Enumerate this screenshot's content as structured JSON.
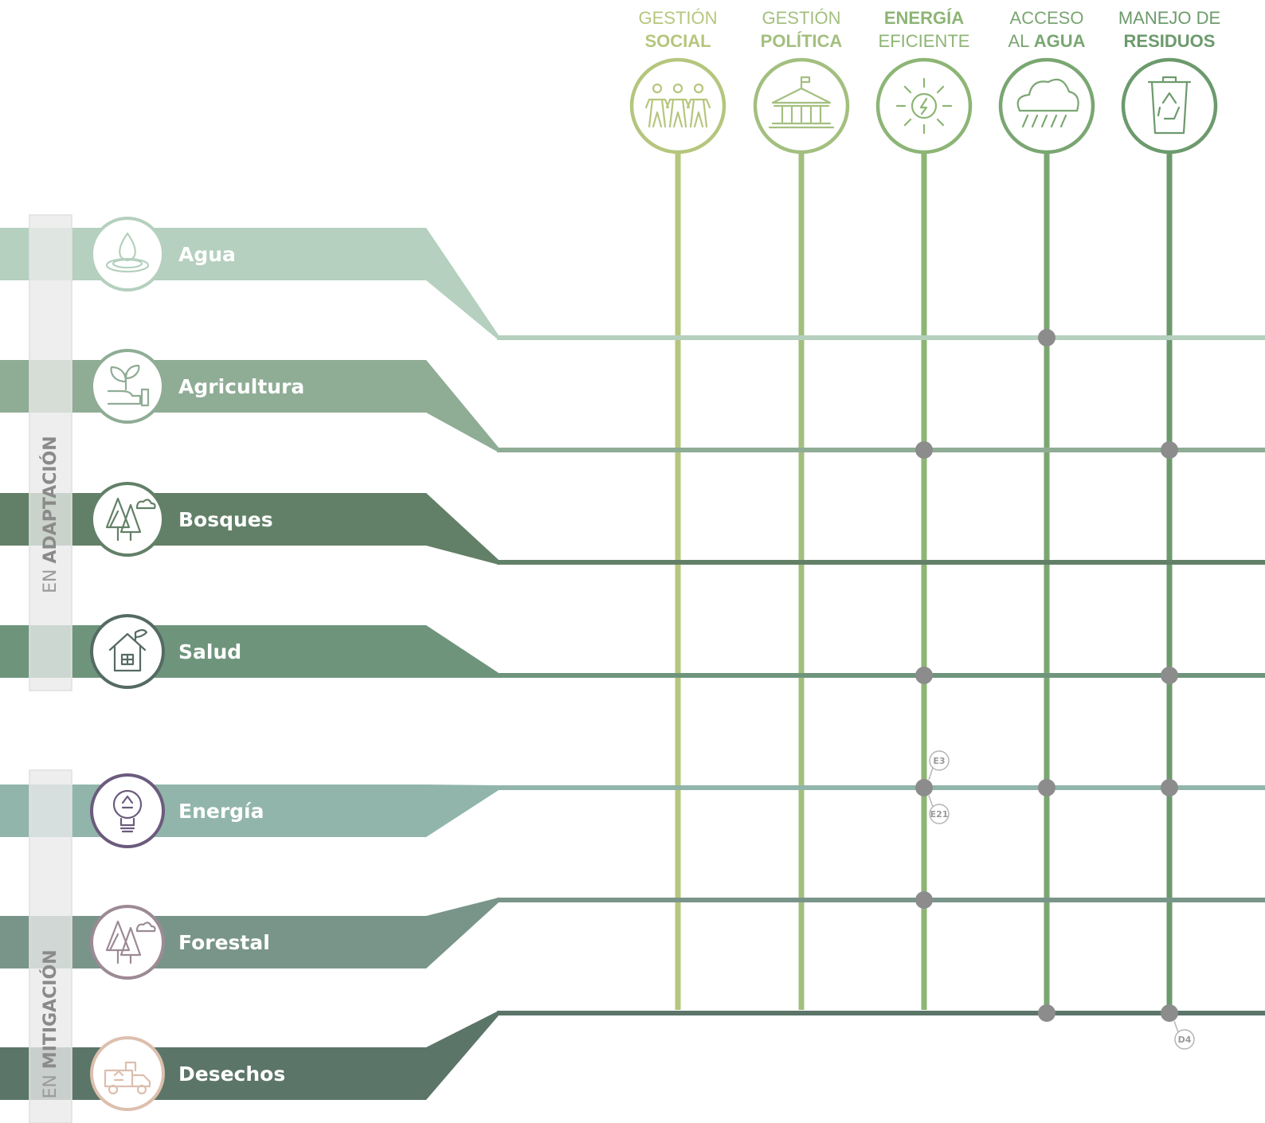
{
  "groups": [
    {
      "light": "EN ",
      "bold": "ADAPTACIÓN"
    },
    {
      "light": "EN ",
      "bold": "MITIGACIÓN"
    }
  ],
  "columns": [
    {
      "line1": "GESTIÓN",
      "line1_bold": false,
      "line2_prefix": "",
      "line2": "SOCIAL",
      "line2_bold": true,
      "color": "#b5c67d",
      "icon": "people-group-icon"
    },
    {
      "line1": "GESTIÓN",
      "line1_bold": false,
      "line2_prefix": "",
      "line2": "POLÍTICA",
      "line2_bold": true,
      "color": "#a3bf7f",
      "icon": "government-building-icon"
    },
    {
      "line1": "ENERGÍA",
      "line1_bold": true,
      "line2_prefix": "",
      "line2": "EFICIENTE",
      "line2_bold": false,
      "color": "#8db575",
      "icon": "sun-energy-icon"
    },
    {
      "line1": "ACCESO",
      "line1_bold": false,
      "line2_prefix": "AL ",
      "line2": "AGUA",
      "line2_bold": true,
      "color": "#7aa672",
      "icon": "rain-cloud-icon"
    },
    {
      "line1": "MANEJO DE",
      "line1_bold": false,
      "line2_prefix": "",
      "line2": "RESIDUOS",
      "line2_bold": true,
      "color": "#6c9a6c",
      "icon": "recycle-bin-icon"
    }
  ],
  "rows": [
    {
      "label": "Agua",
      "group": "adaptacion",
      "band_color": "#b5d0be",
      "line_color": "#b5d0be",
      "circle_color": "#b5d0be",
      "icon": "water-drop-icon"
    },
    {
      "label": "Agricultura",
      "group": "adaptacion",
      "band_color": "#8fac95",
      "line_color": "#8fac95",
      "circle_color": "#8fac95",
      "icon": "plant-hand-icon"
    },
    {
      "label": "Bosques",
      "group": "adaptacion",
      "band_color": "#628067",
      "line_color": "#628067",
      "circle_color": "#628067",
      "icon": "forest-icon"
    },
    {
      "label": "Salud",
      "group": "adaptacion",
      "band_color": "#6e957c",
      "line_color": "#6e957c",
      "circle_color": "#556b62",
      "icon": "house-health-icon"
    },
    {
      "label": "Energía",
      "group": "mitigacion",
      "band_color": "#91b5aa",
      "line_color": "#91b5aa",
      "circle_color": "#6b5b7d",
      "icon": "recycle-bulb-icon"
    },
    {
      "label": "Forestal",
      "group": "mitigacion",
      "band_color": "#79958a",
      "line_color": "#79958a",
      "circle_color": "#9c8a95",
      "icon": "forest-icon"
    },
    {
      "label": "Desechos",
      "group": "mitigacion",
      "band_color": "#5c7569",
      "line_color": "#5c7569",
      "circle_color": "#dcbfae",
      "icon": "recycle-truck-icon"
    }
  ],
  "intersections": [
    {
      "row": 0,
      "col": 3
    },
    {
      "row": 1,
      "col": 2
    },
    {
      "row": 1,
      "col": 4
    },
    {
      "row": 3,
      "col": 2
    },
    {
      "row": 3,
      "col": 4
    },
    {
      "row": 4,
      "col": 2
    },
    {
      "row": 4,
      "col": 3
    },
    {
      "row": 4,
      "col": 4
    },
    {
      "row": 5,
      "col": 2
    },
    {
      "row": 6,
      "col": 3
    },
    {
      "row": 6,
      "col": 4
    }
  ],
  "callouts": [
    {
      "label": "E3",
      "row": 4,
      "col": 2,
      "position": "above"
    },
    {
      "label": "E21",
      "row": 4,
      "col": 2,
      "position": "below"
    },
    {
      "label": "D4",
      "row": 6,
      "col": 4,
      "position": "below"
    }
  ],
  "dot_color": "#8c8c8c"
}
